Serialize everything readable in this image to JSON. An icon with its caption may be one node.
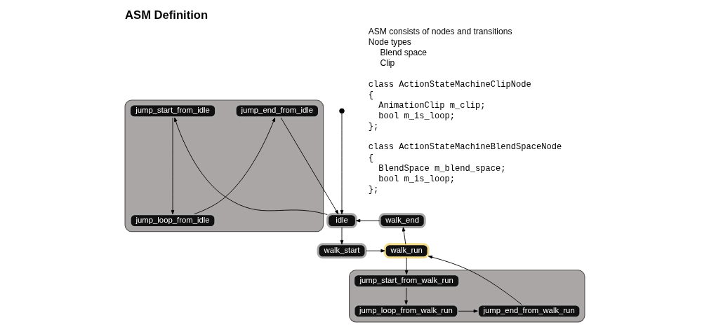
{
  "diagram": {
    "title": "ASM Definition",
    "nodes": [
      {
        "text": [],
        "shape": "box"
      },
      {
        "text": [
          "jump_start_from_idle"
        ],
        "in": 0
      },
      {
        "text": [
          "jump_loop_from_idle"
        ],
        "in": 0
      },
      {
        "text": [
          "jump_end_from_idle"
        ],
        "in": 0
      },
      {
        "text": [],
        "shape": "circle"
      },
      {
        "text": [
          "idle"
        ]
      },
      {
        "text": [
          "walk_end"
        ]
      },
      {
        "text": [
          "walk_start"
        ]
      },
      {
        "text": [
          "walk_run"
        ]
      },
      {
        "text": [],
        "shape": "box"
      },
      {
        "text": [
          "jump_start_from_walk_run"
        ],
        "in": 9
      },
      {
        "text": [
          "jump_loop_from_walk_run"
        ],
        "in": 9
      },
      {
        "text": [
          "jump_end_from_walk_run"
        ],
        "in": 9
      }
    ],
    "edges": [
      {
        "from": 4,
        "to": 5,
        "arrow": "to"
      },
      {
        "from": 5,
        "to": 1,
        "arrow": "to"
      },
      {
        "from": 1,
        "to": 2,
        "arrow": "to"
      },
      {
        "from": 2,
        "to": 3,
        "arrow": "to"
      },
      {
        "from": 3,
        "to": 5,
        "arrow": "to"
      },
      {
        "from": 6,
        "to": 5,
        "arrow": "to"
      },
      {
        "from": 5,
        "to": 7,
        "arrow": "to"
      },
      {
        "from": 7,
        "to": 8,
        "arrow": "to"
      },
      {
        "from": 8,
        "to": 6,
        "arrow": "to"
      },
      {
        "from": 8,
        "to": 10,
        "arrow": "to"
      },
      {
        "from": 10,
        "to": 11,
        "arrow": "to"
      },
      {
        "from": 11,
        "to": 12,
        "arrow": "to"
      },
      {
        "from": 12,
        "to": 8,
        "arrow": "to"
      }
    ],
    "labels": [
      "ASM consists of nodes and transitions",
      "Node types",
      "Blend space",
      "Clip",
      "class ActionStateMachineClipNode",
      "{",
      "AnimationClip m_clip;",
      "bool m_is_loop;",
      "};",
      "class ActionStateMachineBlendSpaceNode",
      "{",
      "BlendSpace m_blend_space;",
      "bool m_is_loop;",
      "};"
    ]
  }
}
